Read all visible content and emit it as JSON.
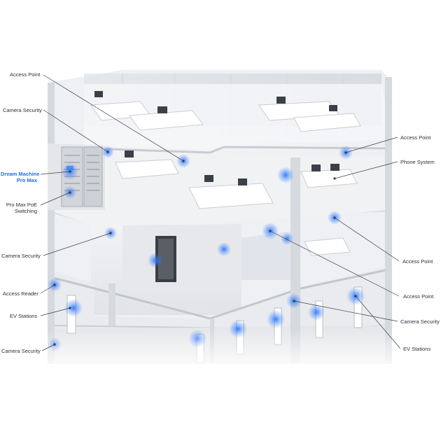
{
  "colors": {
    "accent": "#1f6fe0",
    "glow": "#2f7bff",
    "label_text": "#2b2f36",
    "leader": "#3a3f47"
  },
  "labels_left": [
    {
      "id": "access-point",
      "text": "Access Point"
    },
    {
      "id": "camera-security-1",
      "text": "Camera Security"
    },
    {
      "id": "dream-machine",
      "line1": "Dream Machine",
      "line2": "Pro Max",
      "accent": true
    },
    {
      "id": "pro-max-poe",
      "line1": "Pro Max PoE",
      "line2": "Switching"
    },
    {
      "id": "camera-security-2",
      "text": "Camera Security"
    },
    {
      "id": "access-reader",
      "text": "Access Reader"
    },
    {
      "id": "ev-stations",
      "text": "EV Stations"
    },
    {
      "id": "camera-security-3",
      "text": "Camera Security"
    }
  ],
  "labels_right": [
    {
      "id": "access-point-r1",
      "text": "Access Point"
    },
    {
      "id": "phone-system",
      "text": "Phone System"
    },
    {
      "id": "access-point-r2",
      "text": "Access Point"
    },
    {
      "id": "access-point-r3",
      "text": "Access Point"
    },
    {
      "id": "camera-security-r",
      "text": "Camera Security"
    },
    {
      "id": "ev-stations-r",
      "text": "EV Stations"
    }
  ]
}
